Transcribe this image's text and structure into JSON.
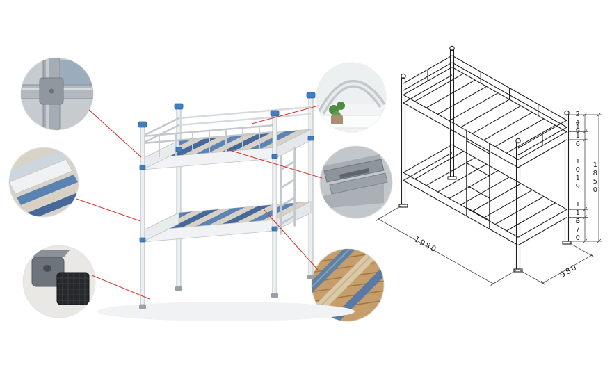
{
  "colors": {
    "accent_blue": "#3f7ec2",
    "pointer_red": "#d9372e",
    "drawing_line": "#1f1f1f",
    "dim_line": "#4a4a4a"
  },
  "photo": {
    "callouts": [
      {
        "id": "frame-joint-detail"
      },
      {
        "id": "slat-corner-detail"
      },
      {
        "id": "foot-pad-detail"
      },
      {
        "id": "guardrail-tube-detail"
      },
      {
        "id": "beam-bracket-detail"
      },
      {
        "id": "slat-strap-detail"
      }
    ]
  },
  "drawing": {
    "dims": {
      "guardrail_height": "249",
      "upper_frame_depth": "116",
      "bunk_clearance": "1019",
      "total_height": "1850",
      "lower_frame_depth": "116",
      "lower_bunk_height": "370",
      "bed_length": "1980",
      "bed_width": "980"
    }
  }
}
